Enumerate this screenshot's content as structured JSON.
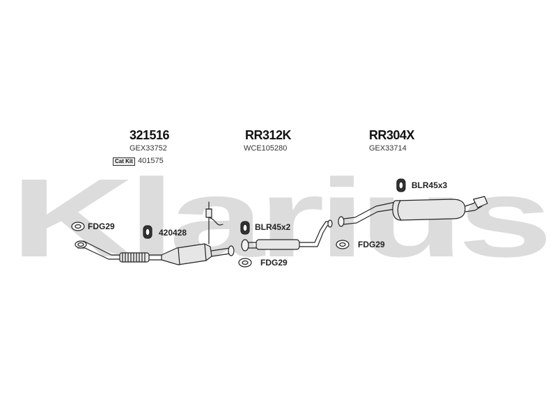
{
  "watermark": {
    "text": "Klarius",
    "color": "#d9d9d9"
  },
  "sections": [
    {
      "part_number": "321516",
      "reference": "GEX33752"
    },
    {
      "part_number": "RR312K",
      "reference": "WCE105280"
    },
    {
      "part_number": "RR304X",
      "reference": "GEX33714"
    }
  ],
  "cat_kit": {
    "badge": "Cat Kit",
    "number": "401575"
  },
  "fittings": [
    {
      "label": "FDG29",
      "icon": "gasket-icon"
    },
    {
      "label": "420428",
      "icon": "rubber-mount-icon"
    },
    {
      "label": "BLR45x2",
      "icon": "rubber-mount-icon"
    },
    {
      "label": "FDG29",
      "icon": "gasket-icon"
    },
    {
      "label": "BLR45x3",
      "icon": "rubber-mount-icon"
    },
    {
      "label": "FDG29",
      "icon": "gasket-icon"
    }
  ],
  "colors": {
    "line": "#222222",
    "fill": "#e6e6e6",
    "watermark": "#d9d9d9"
  }
}
